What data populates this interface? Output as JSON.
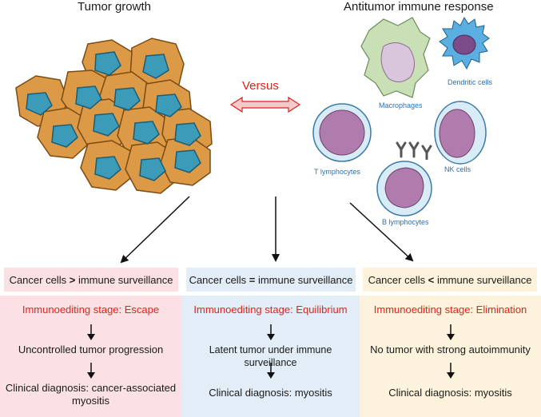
{
  "top": {
    "left_title": "Tumor growth",
    "right_title": "Antitumor immune response",
    "versus": "Versus",
    "cells": {
      "macrophages": "Macrophages",
      "dendritic": "Dendritic cells",
      "t_lymph": "T lymphocytes",
      "nk": "NK cells",
      "b_lymph": "B lymphocytes"
    }
  },
  "comparisons": [
    {
      "left": "Cancer cells",
      "op": ">",
      "right": "immune surveillance"
    },
    {
      "left": "Cancer cells",
      "op": "=",
      "right": "immune surveillance"
    },
    {
      "left": "Cancer cells",
      "op": "<",
      "right": "immune surveillance"
    }
  ],
  "panels": [
    {
      "stage": "Immunoediting stage: Escape",
      "step1": "Uncontrolled tumor progression",
      "diag_line1": "Clinical diagnosis: cancer-associated",
      "diag_line2": "myositis"
    },
    {
      "stage": "Immunoediting stage: Equilibrium",
      "step1": "Latent tumor under immune surveillance",
      "diag_line1": "Clinical diagnosis: myositis"
    },
    {
      "stage": "Immunoediting stage: Elimination",
      "step1": "No tumor with strong autoimmunity",
      "diag_line1": "Clinical diagnosis: myositis"
    }
  ],
  "colors": {
    "escape_bg": "#fbe1e3",
    "equilibrium_bg": "#e2edf7",
    "elimination_bg": "#fdf3dc",
    "stage_text": "#e0231c",
    "cell_label": "#2b6fb3"
  }
}
